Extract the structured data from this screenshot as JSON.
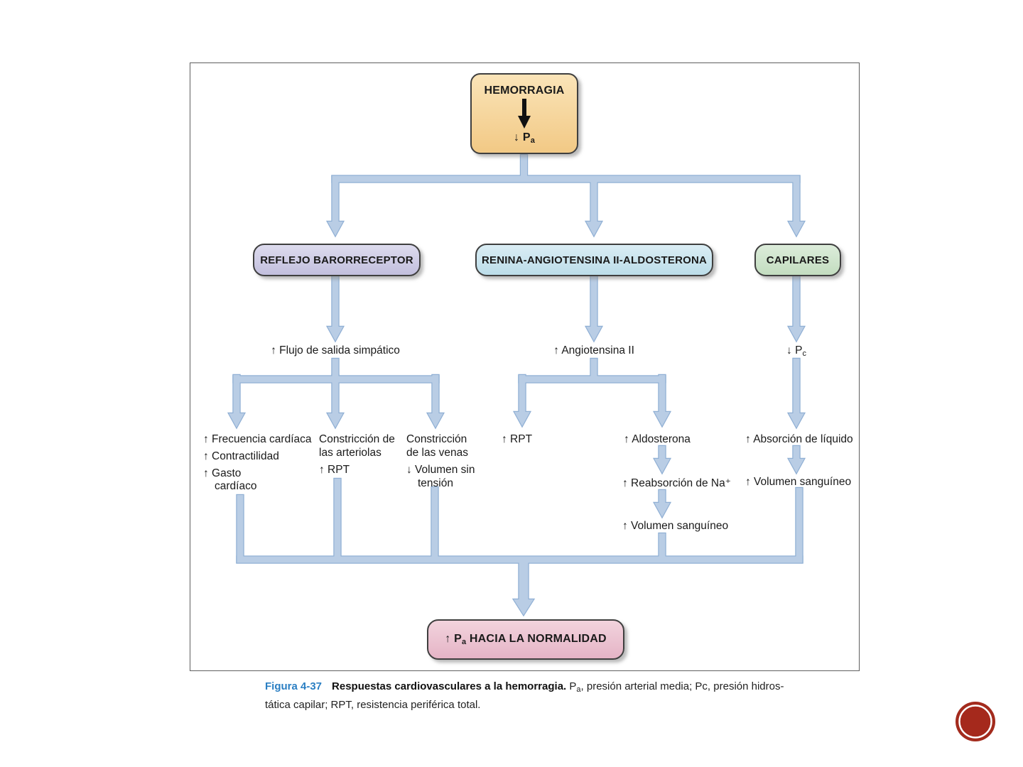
{
  "slide": {
    "figure": {
      "root": {
        "title": "HEMORRAGIA",
        "effect_prefix": "↓ P",
        "effect_sub": "a"
      },
      "branch_boxes": {
        "baroreceptor": "REFLEJO BARORRECEPTOR",
        "renina": "RENINA-ANGIOTENSINA II-ALDOSTERONA",
        "capilares": "CAPILARES"
      },
      "baroreceptor": {
        "mediator": "↑ Flujo de salida simpático",
        "heart": [
          "↑ Frecuencia cardíaca",
          "↑ Contractilidad",
          "↑ Gasto",
          "cardíaco"
        ],
        "arterioles": [
          "Constricción de",
          "las arteriolas",
          "↑ RPT"
        ],
        "veins": [
          "Constricción",
          "de las venas",
          "↓ Volumen sin",
          "tensión"
        ]
      },
      "renina": {
        "mediator": "↑ Angiotensina II",
        "rpt": "↑ RPT",
        "aldosterona": "↑ Aldosterona",
        "reabsorcion": "↑ Reabsorción de Na⁺",
        "volumen": "↑ Volumen sanguíneo"
      },
      "capilares": {
        "mediator_prefix": "↓ P",
        "mediator_sub": "c",
        "absorcion": "↑ Absorción de líquido",
        "volumen": "↑ Volumen sanguíneo"
      },
      "outcome": {
        "prefix": "↑ P",
        "sub": "a",
        "rest": " HACIA LA NORMALIDAD"
      }
    },
    "caption": {
      "figure_label": "Figura 4-37",
      "bold_title": "Respuestas cardiovasculares a la hemorragia.",
      "p_prefix": "P",
      "p_sub": "a",
      "line1_rest": ", presión arterial media; Pc, presión hidros-",
      "line2": "tática capilar; RPT, resistencia periférica total."
    },
    "icons": {
      "ornament": "red-circle-ornament"
    },
    "colors": {
      "root_box": "#f5d49b",
      "baroreceptor_box": "#cccae4",
      "renina_box": "#c9e4ee",
      "capilares_box": "#cfe4cd",
      "outcome_box": "#eac4d2",
      "connector_fill": "#b9cde5",
      "connector_stroke": "#8fafd4",
      "caption_label": "#2b7fc3",
      "ornament_red": "#a32b1d"
    }
  }
}
